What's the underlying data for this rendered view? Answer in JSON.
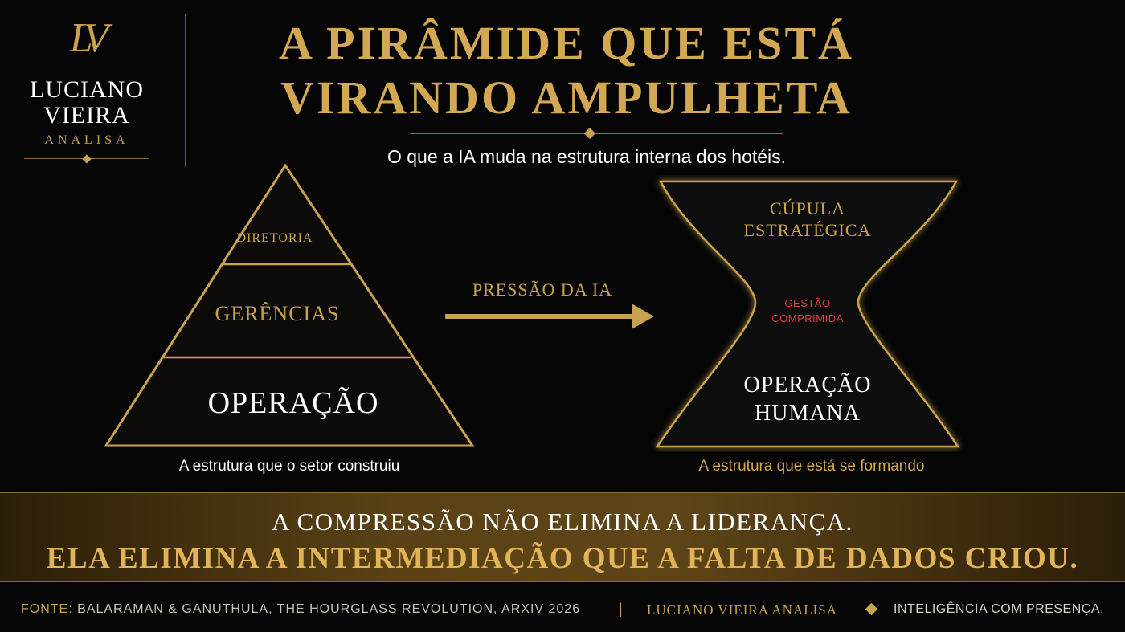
{
  "brand": {
    "monogram": "LV",
    "name_line_1": "LUCIANO",
    "name_line_2": "VIEIRA",
    "sub": "ANALISA"
  },
  "header": {
    "title_line_1": "A PIRÂMIDE QUE ESTÁ",
    "title_line_2": "VIRANDO AMPULHETA",
    "subtitle": "O que a IA muda na estrutura interna dos hotéis."
  },
  "pyramid": {
    "levels": [
      "DIRETORIA",
      "GERÊNCIAS",
      "OPERAÇÃO"
    ],
    "caption": "A estrutura que o setor construiu"
  },
  "arrow": {
    "label": "PRESSÃO DA IA"
  },
  "hourglass": {
    "top_label": "CÚPULA ESTRATÉGICA",
    "top_line_1": "CÚPULA",
    "top_line_2": "ESTRATÉGICA",
    "middle_line_1": "GESTÃO",
    "middle_line_2": "COMPRIMIDA",
    "bottom_line_1": "OPERAÇÃO",
    "bottom_line_2": "HUMANA",
    "caption": "A estrutura que está se formando"
  },
  "banner": {
    "line_1": "A COMPRESSÃO NÃO ELIMINA A LIDERANÇA.",
    "line_2": "ELA ELIMINA A INTERMEDIAÇÃO QUE A FALTA DE DADOS CRIOU."
  },
  "footer": {
    "source_label": "FONTE:",
    "source_text": "BALARAMAN & GANUTHULA, THE HOURGLASS REVOLUTION, ARXIV 2026",
    "separator": "|",
    "brand": "LUCIANO VIEIRA ANALISA",
    "tagline": "INTELIGÊNCIA COM PRESENÇA."
  },
  "colors": {
    "background": "#050505",
    "gold": "#c9a24e",
    "accent_red": "#e0403d",
    "text_white": "#ffffff"
  }
}
